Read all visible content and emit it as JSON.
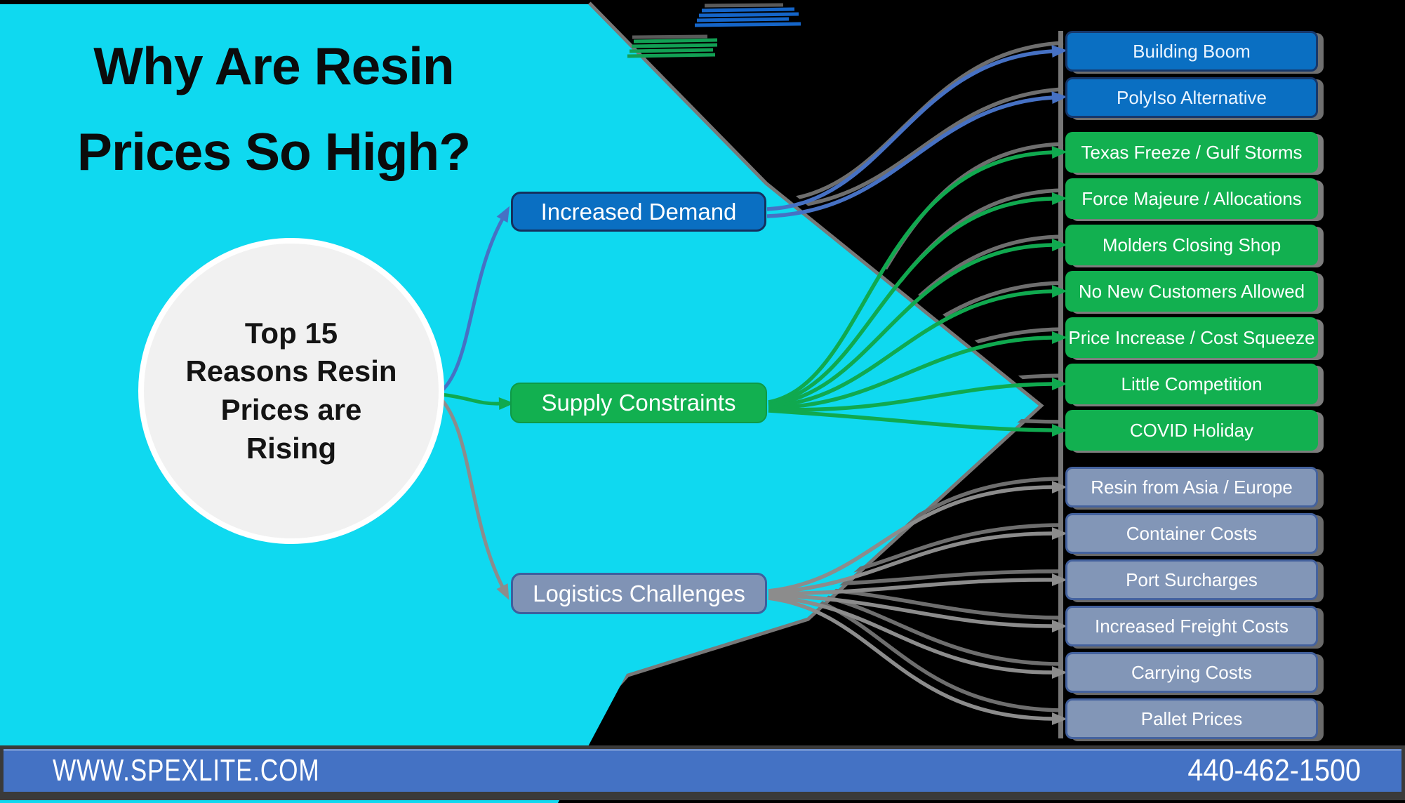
{
  "slide": {
    "title_lines": [
      "Why Are Resin",
      "Prices So High?"
    ],
    "center_node": {
      "lines": [
        "Top 15",
        "Reasons Resin",
        "Prices are",
        "Rising"
      ]
    },
    "branches": [
      {
        "label": "Increased Demand",
        "color": "#0a6fc2",
        "children": [
          "Building Boom",
          "PolyIso Alternative"
        ]
      },
      {
        "label": "Supply Constraints",
        "color": "#12b050",
        "children": [
          "Texas Freeze / Gulf Storms",
          "Force Majeure / Allocations",
          "Molders Closing Shop",
          "No New Customers Allowed",
          "Price Increase / Cost Squeeze",
          "Little Competition",
          "COVID Holiday"
        ]
      },
      {
        "label": "Logistics Challenges",
        "color": "#8296b7",
        "children": [
          "Resin from Asia / Europe",
          "Container Costs",
          "Port Surcharges",
          "Increased Freight Costs",
          "Carrying Costs",
          "Pallet Prices"
        ]
      }
    ],
    "footer": {
      "website": "WWW.SPEXLITE.COM",
      "phone": "440-462-1500"
    },
    "colors": {
      "background_accent": "#0fd9f0",
      "canvas": "#000000",
      "demand_blue": "#0a6fc2",
      "supply_green": "#12b050",
      "logistics_gray_blue": "#8296b7",
      "footer_blue": "#4472c4",
      "connector_blue": "#4671c4",
      "connector_green": "#10a94f",
      "connector_gray": "#8c8c8c"
    }
  }
}
